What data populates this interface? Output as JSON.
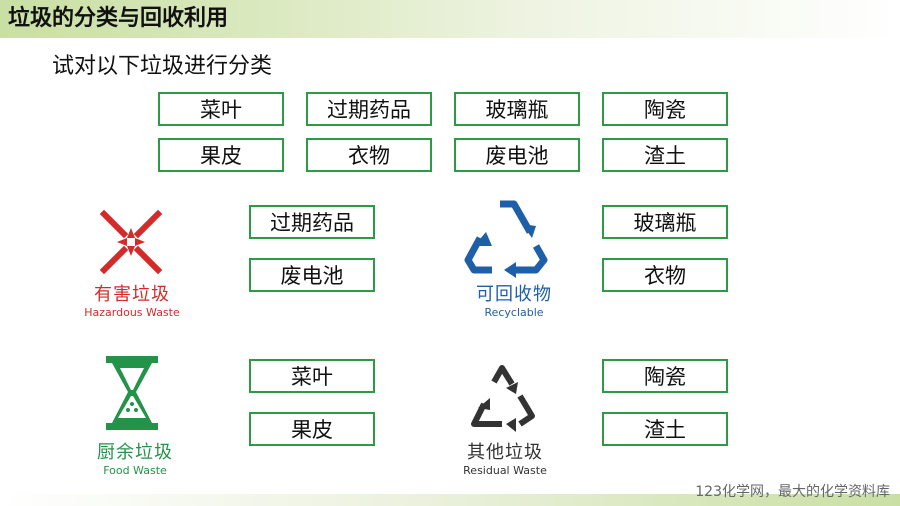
{
  "header": {
    "title": "垃圾的分类与回收利用"
  },
  "prompt": "试对以下垃圾进行分类",
  "items": [
    [
      "菜叶",
      "过期药品",
      "玻璃瓶",
      "陶瓷"
    ],
    [
      "果皮",
      "衣物",
      "废电池",
      "渣土"
    ]
  ],
  "categories": {
    "hazardous": {
      "cn": "有害垃圾",
      "en": "Hazardous Waste",
      "color": "#d42a2a",
      "items": [
        "过期药品",
        "废电池"
      ]
    },
    "recyclable": {
      "cn": "可回收物",
      "en": "Recyclable",
      "color": "#1f5fa8",
      "items": [
        "玻璃瓶",
        "衣物"
      ]
    },
    "food": {
      "cn": "厨余垃圾",
      "en": "Food Waste",
      "color": "#24934a",
      "items": [
        "菜叶",
        "果皮"
      ]
    },
    "residual": {
      "cn": "其他垃圾",
      "en": "Residual Waste",
      "color": "#333333",
      "items": [
        "陶瓷",
        "渣土"
      ]
    }
  },
  "accent_color": "#2e9a46",
  "footer": {
    "watermark": "123化学网，最大的化学资料库"
  }
}
